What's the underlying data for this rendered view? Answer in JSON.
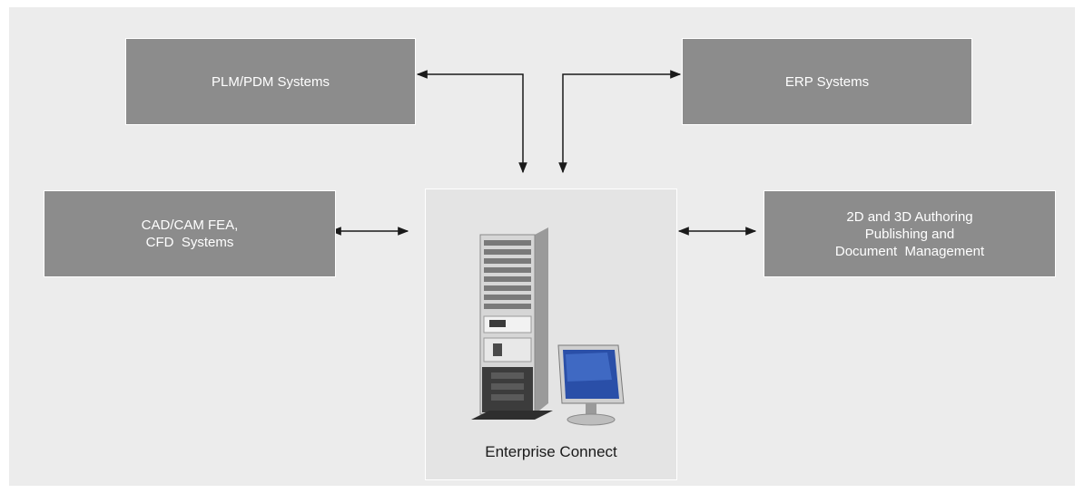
{
  "diagram": {
    "nodes": {
      "plm": {
        "lines": [
          "PLM/PDM Systems"
        ]
      },
      "erp": {
        "lines": [
          "ERP Systems"
        ]
      },
      "cad": {
        "lines": [
          "CAD/CAM FEA,",
          "CFD  Systems"
        ]
      },
      "authoring": {
        "lines": [
          "2D and 3D Authoring",
          "Publishing and",
          "Document  Management"
        ]
      },
      "center": {
        "label": "Enterprise Connect",
        "icon": "server-workstation-icon"
      }
    },
    "edges": [
      {
        "from": "plm",
        "to": "center",
        "direction": "bidirectional"
      },
      {
        "from": "erp",
        "to": "center",
        "direction": "bidirectional"
      },
      {
        "from": "cad",
        "to": "center",
        "direction": "bidirectional"
      },
      {
        "from": "authoring",
        "to": "center",
        "direction": "bidirectional"
      }
    ],
    "colors": {
      "background": "#ececec",
      "node_fill": "#8c8c8c",
      "node_text": "#ffffff",
      "center_fill": "#e4e4e4",
      "connector": "#1a1a1a",
      "monitor_screen": "#2a4fa8"
    }
  }
}
